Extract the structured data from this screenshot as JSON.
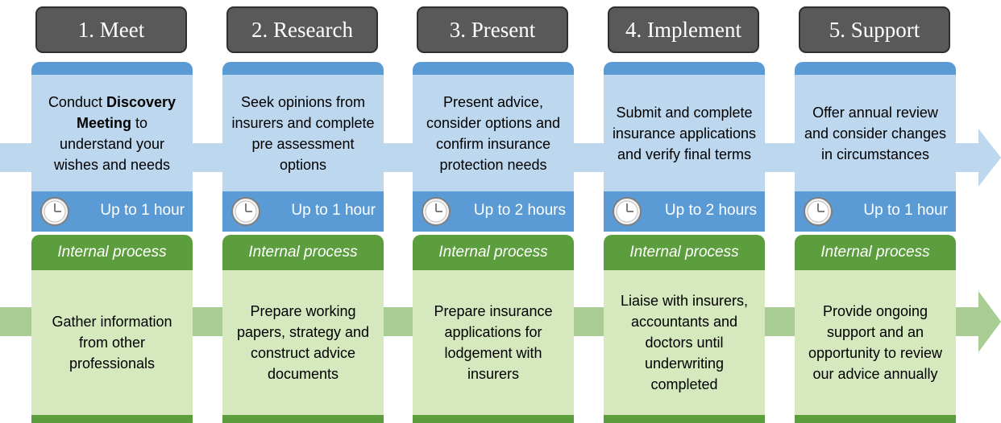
{
  "colors": {
    "header_bg": "#595959",
    "blue_dark": "#5b9bd5",
    "blue_light": "#bdd7ee",
    "green_dark": "#5c9d3d",
    "green_light": "#d5e8be",
    "arrow_blue": "#bdd7ee",
    "arrow_green": "#a9cc93"
  },
  "steps": [
    {
      "title": "1. Meet",
      "client_text_prefix": "Conduct ",
      "client_text_bold": "Discovery Meeting",
      "client_text_suffix": " to understand your wishes and needs",
      "time": "Up to 1 hour",
      "internal_label": "Internal process",
      "internal_text": "Gather information from other professionals",
      "icon": "clock-icon"
    },
    {
      "title": "2. Research",
      "client_text": "Seek opinions from insurers and complete pre assessment options",
      "time": "Up to 1 hour",
      "internal_label": "Internal process",
      "internal_text": "Prepare working papers, strategy and construct advice documents",
      "icon": "clock-icon"
    },
    {
      "title": "3. Present",
      "client_text": "Present advice, consider options and confirm insurance protection needs",
      "time": "Up to 2 hours",
      "internal_label": "Internal process",
      "internal_text": "Prepare insurance applications for lodgement with insurers",
      "icon": "clock-icon"
    },
    {
      "title": "4. Implement",
      "client_text": "Submit and complete insurance applications and verify final terms",
      "time": "Up to 2 hours",
      "internal_label": "Internal process",
      "internal_text": "Liaise with insurers, accountants and doctors until underwriting completed",
      "icon": "clock-icon"
    },
    {
      "title": "5. Support",
      "client_text": "Offer annual review and consider changes in circumstances",
      "time": "Up to 1 hour",
      "internal_label": "Internal process",
      "internal_text": "Provide ongoing support and an opportunity to review our advice annually",
      "icon": "clock-icon"
    }
  ]
}
